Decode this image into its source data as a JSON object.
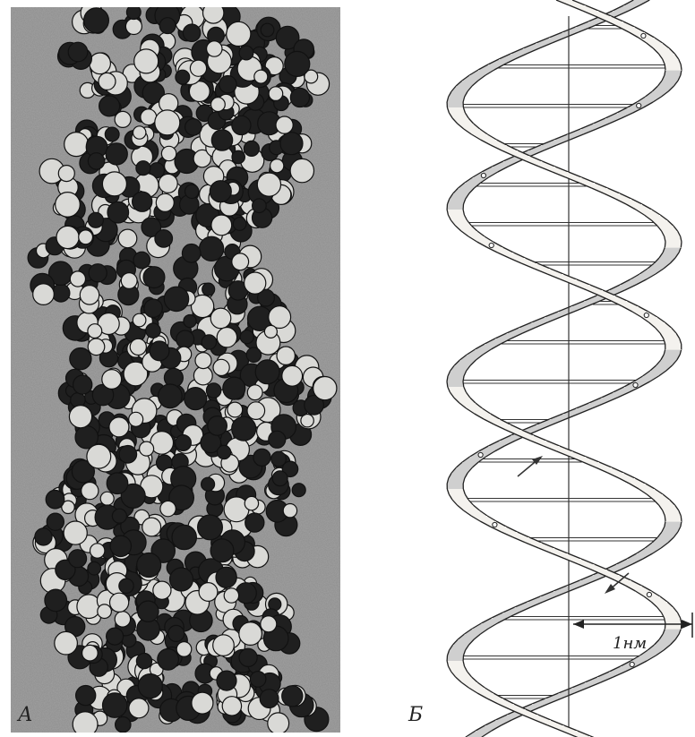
{
  "panels": {
    "a_label": "А",
    "b_label": "Б"
  },
  "scale": {
    "label": "1нм"
  }
}
